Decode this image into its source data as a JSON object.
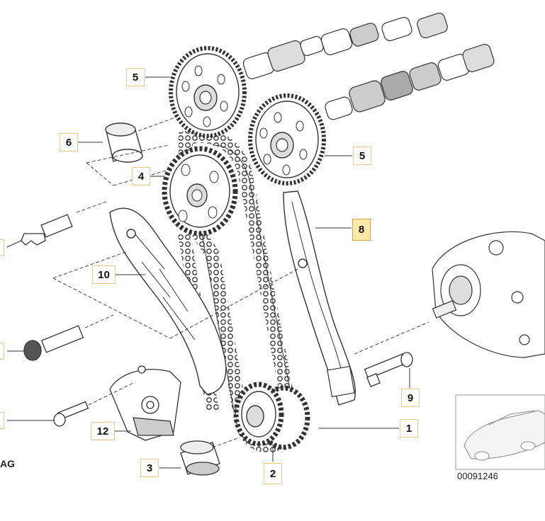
{
  "callouts": {
    "c5a": "5",
    "c5b": "5",
    "c6": "6",
    "c4": "4",
    "c8": "8",
    "c10": "10",
    "c9": "9",
    "c12": "12",
    "c1": "1",
    "c3": "3",
    "c2": "2"
  },
  "corner_text": "AG",
  "thumbnail_id": "00091246",
  "colors": {
    "line": "#2b2b2b",
    "callout_border": "#e9c98d",
    "selected_fill": "#ffe9a6"
  }
}
